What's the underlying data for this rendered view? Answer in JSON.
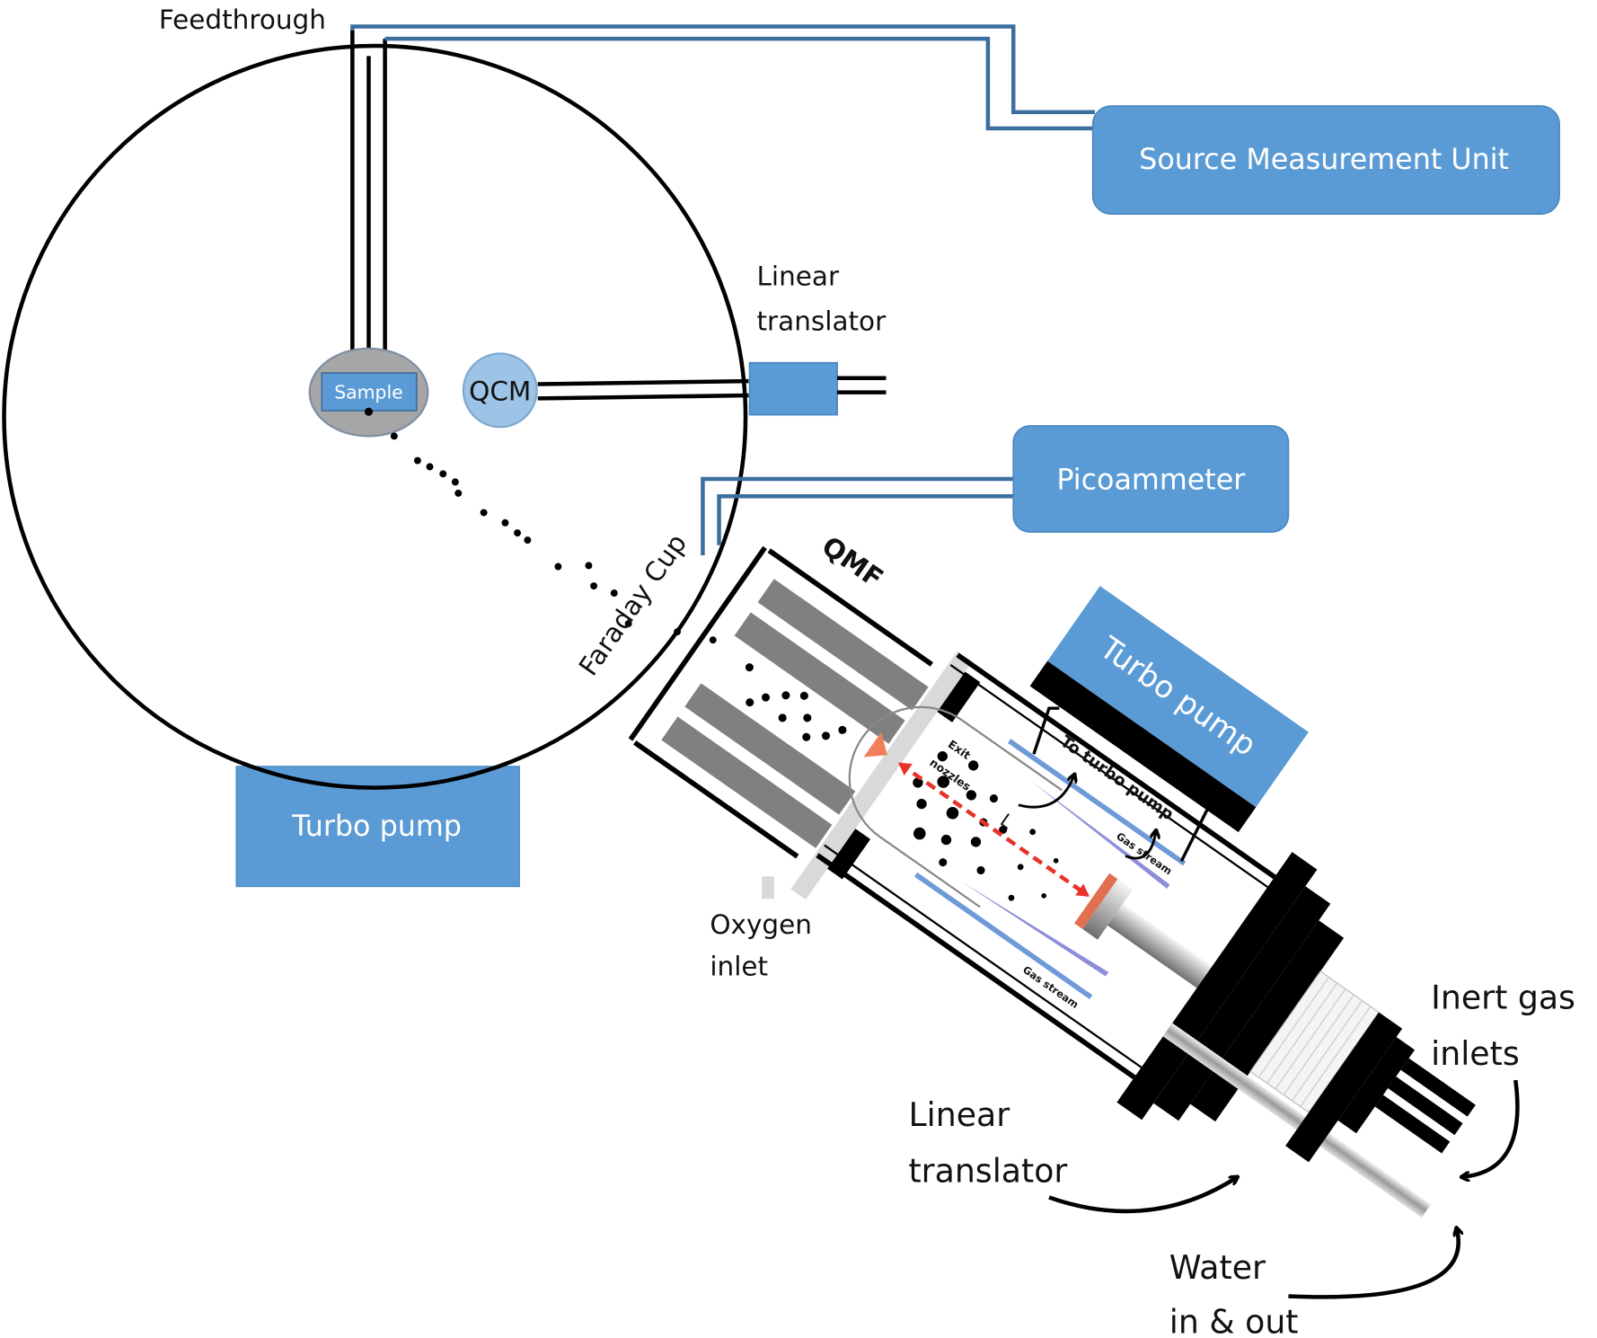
{
  "title": "Cluster beam deposition apparatus schematic",
  "colors": {
    "box_blue": "#5b9bd5",
    "wire_blue": "#3d6f9e",
    "black": "#000000",
    "grey_rod": "#808080",
    "light_grey": "#d9d9d9",
    "arrow_red": "#e8322a",
    "nozzle_orange": "#f07f5a"
  },
  "labels": {
    "feedthrough": "Feedthrough",
    "source_measurement_unit": "Source Measurement Unit",
    "linear_translator_top_line1": "Linear",
    "linear_translator_top_line2": "translator",
    "sample": "Sample",
    "qcm": "QCM",
    "picoammeter": "Picoammeter",
    "faraday_cup": "Faraday Cup",
    "qmf": "QMF",
    "turbo_pump_chamber": "Turbo pump",
    "turbo_pump_source": "Turbo pump",
    "to_turbo_pump": "To turbo pump",
    "exit_nozzles_line1": "Exit",
    "exit_nozzles_line2": "nozzles",
    "gas_stream": "Gas stream",
    "length_symbol": "L",
    "oxygen_inlet_line1": "Oxygen",
    "oxygen_inlet_line2": "inlet",
    "linear_translator_bottom_line1": "Linear",
    "linear_translator_bottom_line2": "translator",
    "inert_gas_line1": "Inert gas",
    "inert_gas_line2": "inlets",
    "water_line1": "Water",
    "water_line2": "in & out"
  }
}
